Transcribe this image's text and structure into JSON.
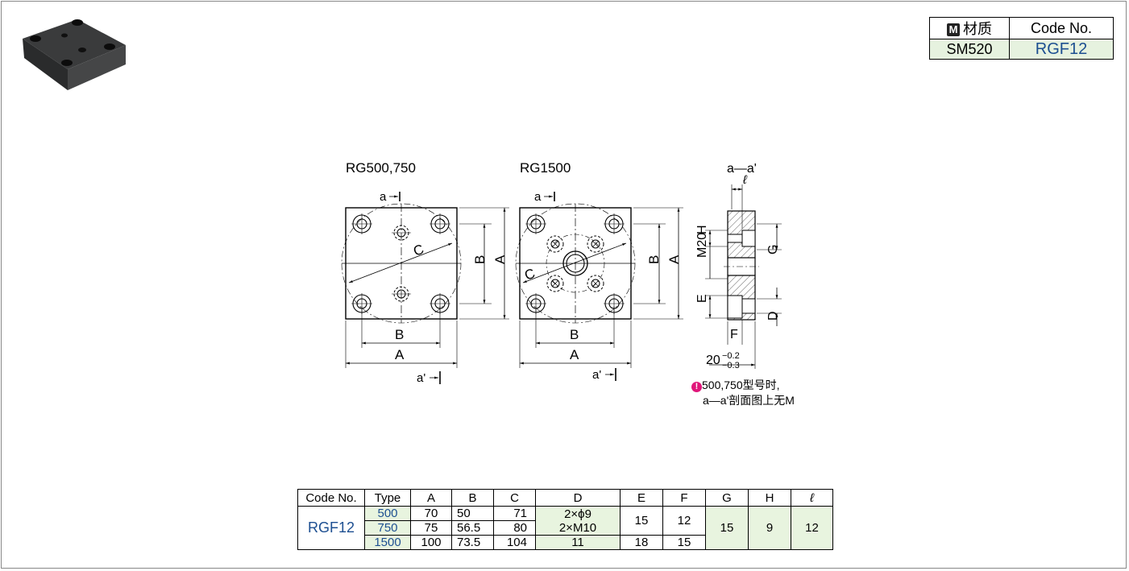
{
  "material_box": {
    "material_header": "材质",
    "code_header": "Code No.",
    "material_value": "SM520",
    "code_value": "RGF12",
    "badge": "M"
  },
  "drawing": {
    "view1_title": "RG500,750",
    "view2_title": "RG1500",
    "section_title": "a—a'",
    "labels": {
      "a": "a",
      "a_prime": "a'",
      "A": "A",
      "B": "B",
      "C": "C",
      "D": "D",
      "E": "E",
      "F": "F",
      "G": "G",
      "H": "H",
      "ell": "ℓ",
      "M20": "M20",
      "thickness": "20",
      "tol_upper": "−0.2",
      "tol_lower": "−0.3"
    },
    "note_line1": "500,750型号时,",
    "note_line2": "a—a'剖面图上无M",
    "note_icon": "!"
  },
  "spec_table": {
    "headers": [
      "Code No.",
      "Type",
      "A",
      "B",
      "C",
      "D",
      "E",
      "F",
      "G",
      "H",
      "ℓ"
    ],
    "code": "RGF12",
    "rows": [
      {
        "type": "500",
        "A": "70",
        "B": "50",
        "C": "71"
      },
      {
        "type": "750",
        "A": "75",
        "B": "56.5",
        "C": "80"
      },
      {
        "type": "1500",
        "A": "100",
        "B": "73.5",
        "C": "104",
        "D": "11",
        "E": "18",
        "F": "15"
      }
    ],
    "D_500_750_line1": "2×ϕ9",
    "D_500_750_line2": "2×M10",
    "E_500_750": "15",
    "F_500_750": "12",
    "G": "15",
    "H": "9",
    "ell": "12"
  }
}
